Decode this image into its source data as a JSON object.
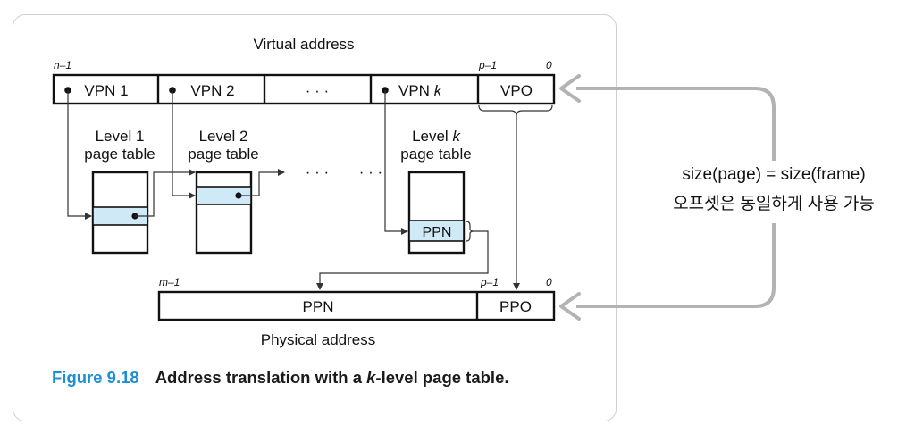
{
  "virtual_address": {
    "title": "Virtual address",
    "left_bit": "n–1",
    "p_bit": "p–1",
    "zero_bit": "0",
    "fields": [
      "VPN 1",
      "VPN 2",
      "· · ·",
      "VPN ",
      "VPO"
    ],
    "field_k_italic": "k"
  },
  "tables": {
    "level1": [
      "Level 1",
      "page table"
    ],
    "level2": [
      "Level 2",
      "page table"
    ],
    "levelk_prefix": "Level ",
    "levelk_italic": "k",
    "levelk_line2": "page table",
    "dots1": "· · ·",
    "dots2": "· · ·",
    "ppn_entry": "PPN"
  },
  "physical_address": {
    "title": "Physical address",
    "left_bit": "m–1",
    "p_bit": "p–1",
    "zero_bit": "0",
    "fields": [
      "PPN",
      "PPO"
    ]
  },
  "caption": {
    "figure": "Figure 9.18",
    "text_pre": "Address translation with a ",
    "text_italic": "k",
    "text_post": "-level page table."
  },
  "note": {
    "line1": "size(page) = size(frame)",
    "line2": "오프셋은 동일하게 사용 가능"
  },
  "colors": {
    "accent": "#1c8fd1",
    "highlight": "#cfe9f7",
    "arrow": "#b3b3b3"
  }
}
